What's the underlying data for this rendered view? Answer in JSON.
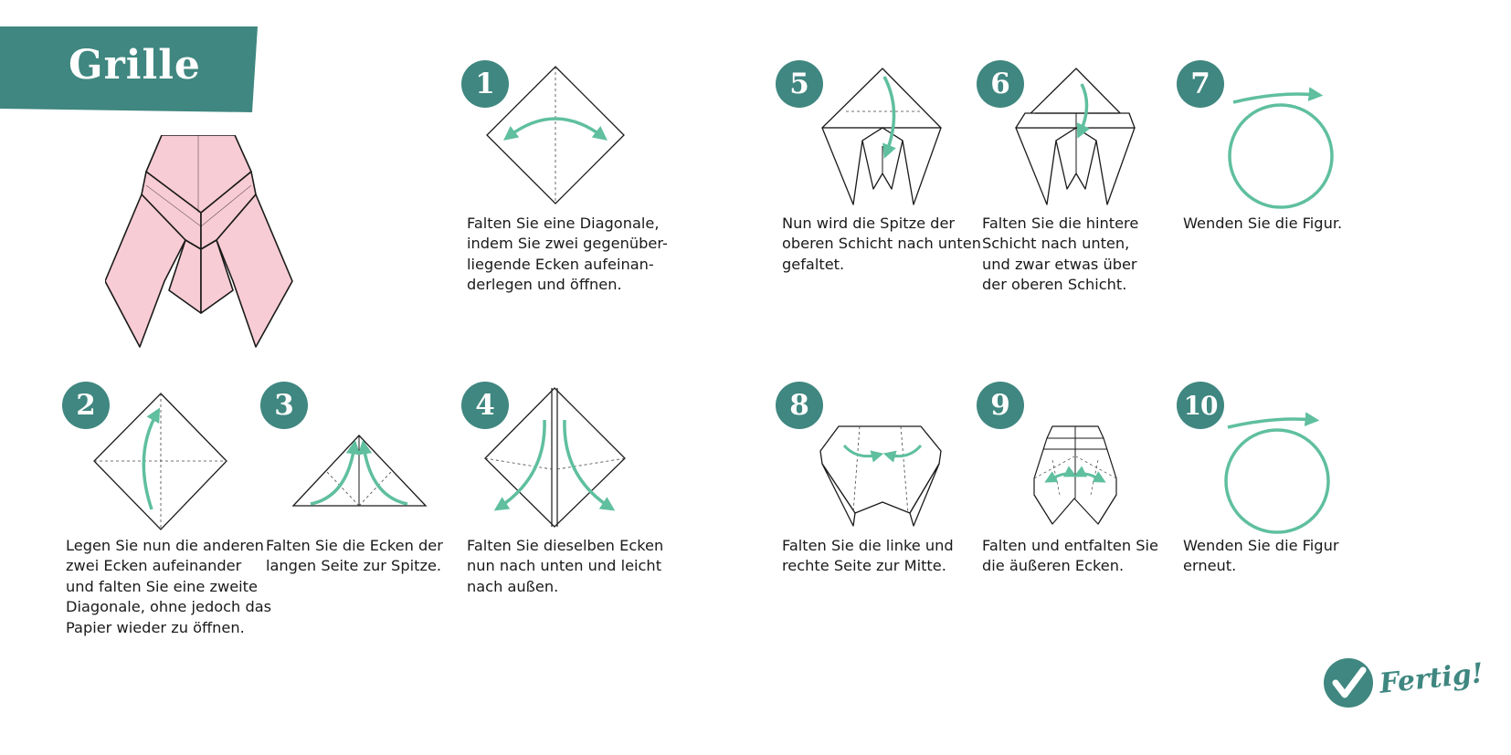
{
  "title": "Grille",
  "colors": {
    "accent": "#3f8780",
    "arrow": "#5fbf9f",
    "paper": "#f8ccd4"
  },
  "steps": [
    {
      "number": "1",
      "text": "Falten Sie eine Diagonale,\nindem Sie zwei gegenüber-\nliegende Ecken aufeinan-\nderlegen und öffnen."
    },
    {
      "number": "2",
      "text": "Legen Sie nun die anderen\nzwei Ecken aufeinander\nund falten Sie eine zweite\nDiagonale, ohne jedoch das\nPapier wieder zu öffnen."
    },
    {
      "number": "3",
      "text": "Falten Sie die Ecken der\nlangen Seite zur Spitze."
    },
    {
      "number": "4",
      "text": "Falten Sie dieselben Ecken\nnun nach unten und leicht\nnach außen."
    },
    {
      "number": "5",
      "text": "Nun wird die Spitze der\noberen Schicht nach unten\ngefaltet."
    },
    {
      "number": "6",
      "text": "Falten Sie die hintere\nSchicht nach unten,\nund zwar etwas über\nder oberen Schicht."
    },
    {
      "number": "7",
      "text": "Wenden Sie die Figur."
    },
    {
      "number": "8",
      "text": "Falten Sie die linke und\nrechte Seite zur Mitte."
    },
    {
      "number": "9",
      "text": "Falten und entfalten Sie\ndie äußeren Ecken."
    },
    {
      "number": "10",
      "text": "Wenden Sie die Figur\nerneut."
    }
  ],
  "finish": {
    "label": "Fertig!",
    "icon": "check-icon"
  }
}
